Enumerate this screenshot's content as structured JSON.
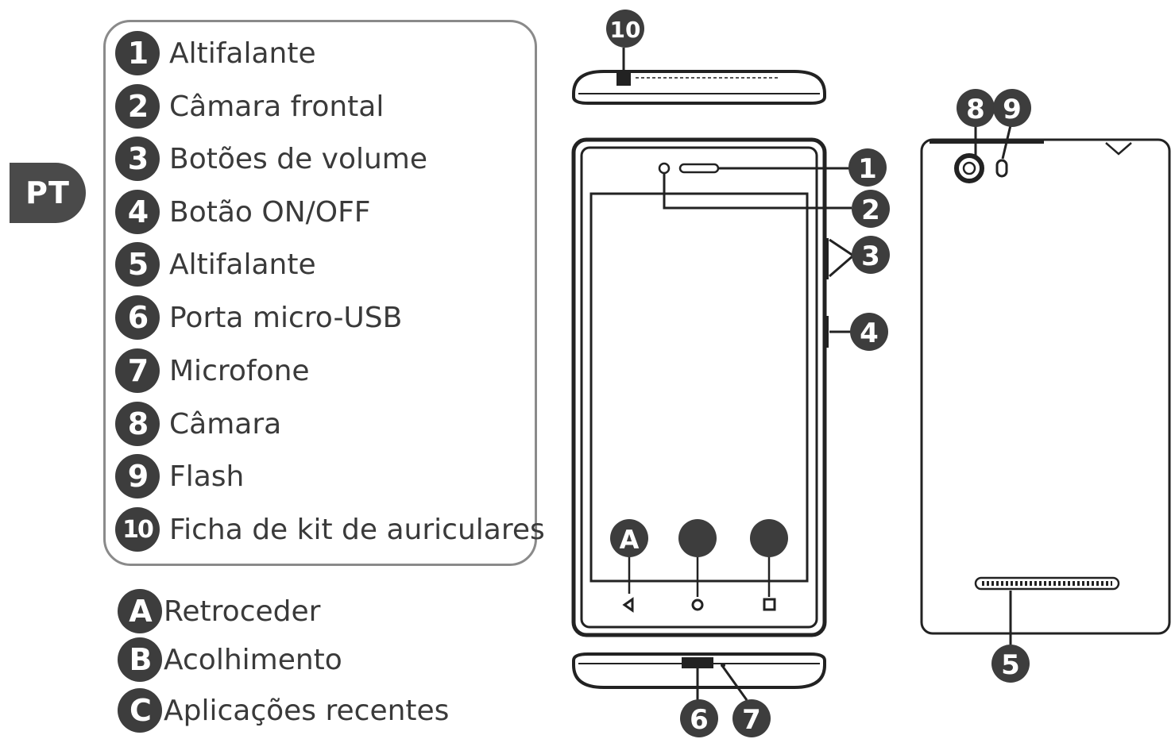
{
  "language_tab": "PT",
  "legend": {
    "items": [
      {
        "num": "1",
        "label": "Altifalante"
      },
      {
        "num": "2",
        "label": "Câmara frontal"
      },
      {
        "num": "3",
        "label": "Botões de volume"
      },
      {
        "num": "4",
        "label": "Botão ON/OFF"
      },
      {
        "num": "5",
        "label": "Altifalante"
      },
      {
        "num": "6",
        "label": "Porta micro-USB"
      },
      {
        "num": "7",
        "label": "Microfone"
      },
      {
        "num": "8",
        "label": "Câmara"
      },
      {
        "num": "9",
        "label": "Flash"
      },
      {
        "num": "10",
        "label": "Ficha de kit de auriculares"
      }
    ]
  },
  "nav_legend": {
    "items": [
      {
        "letter": "A",
        "label": "Retroceder"
      },
      {
        "letter": "B",
        "label": "Acolhimento"
      },
      {
        "letter": "C",
        "label": "Aplicações recentes"
      }
    ]
  },
  "callouts": {
    "top_view": "10",
    "front_speaker": "1",
    "front_camera": "2",
    "volume_buttons": "3",
    "power_button": "4",
    "back_speaker": "5",
    "usb_port": "6",
    "microphone": "7",
    "back_camera": "8",
    "flash": "9",
    "nav_back": "A"
  },
  "colors": {
    "badge": "#3d3d3d",
    "tab": "#4a4a4a",
    "outline": "#222222"
  }
}
